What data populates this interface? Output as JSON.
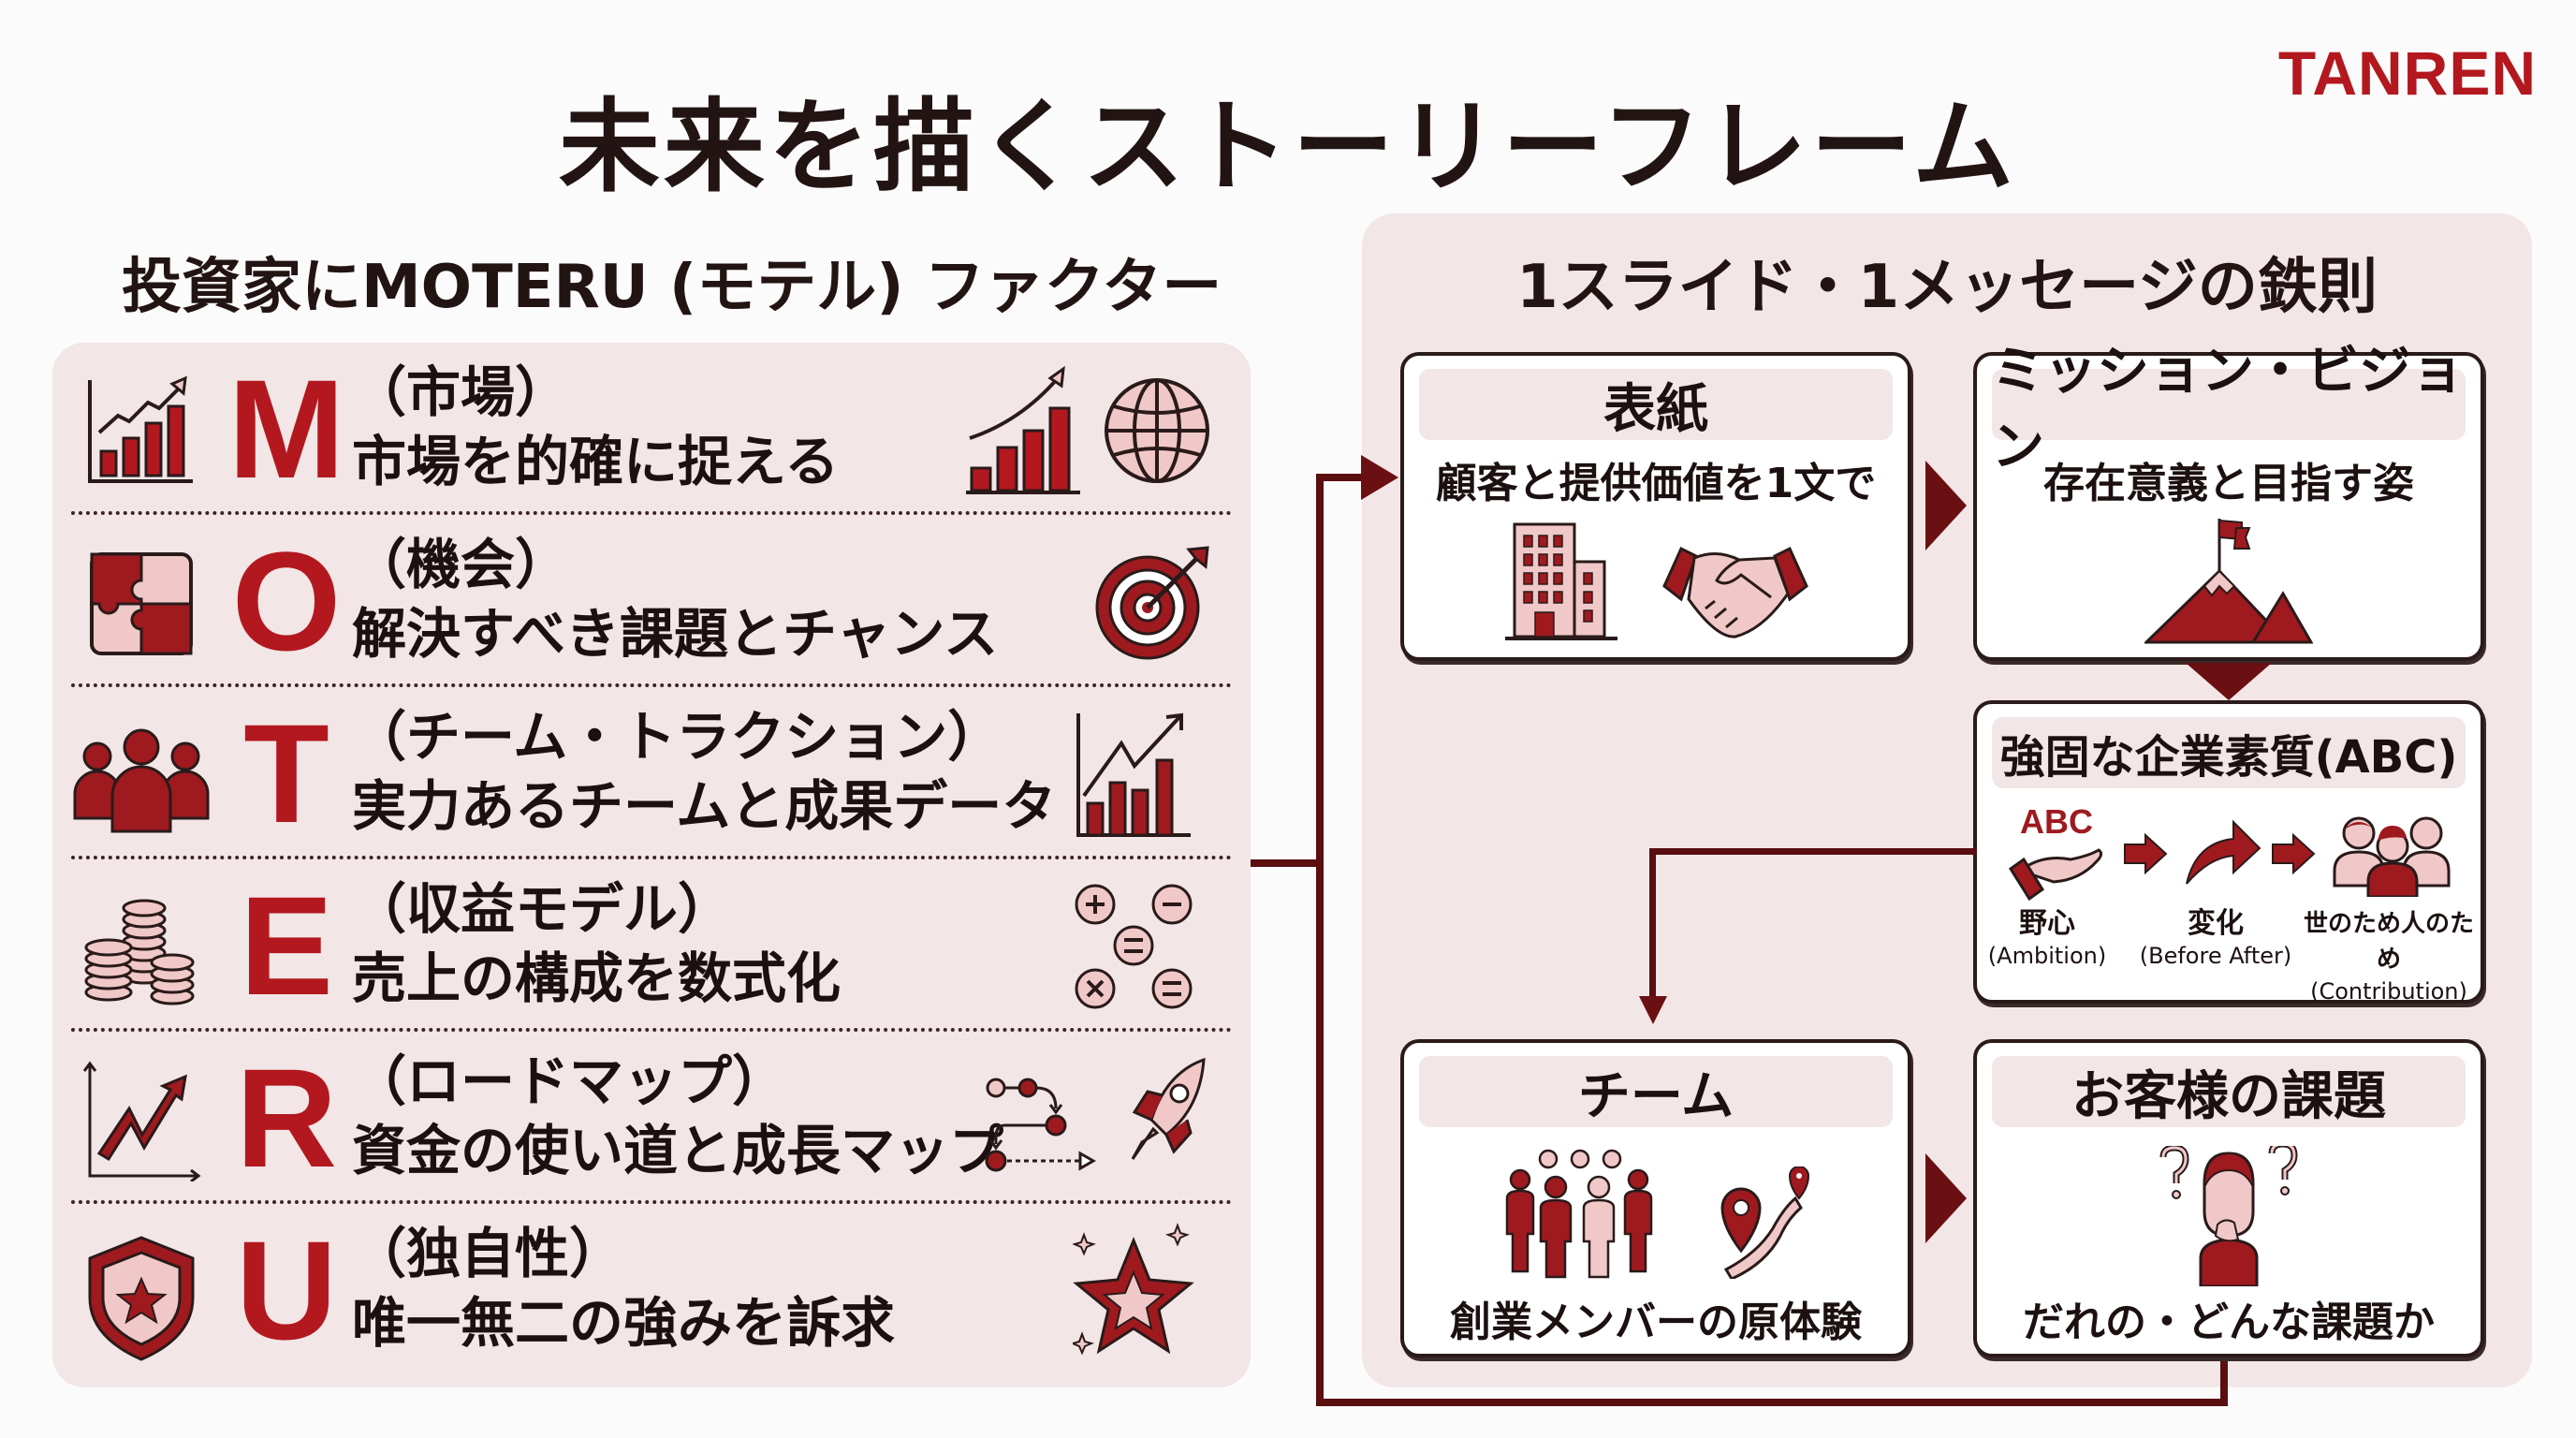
{
  "header": {
    "title": "未来を描くストーリーフレーム",
    "brand": "TANREN"
  },
  "colors": {
    "accent": "#b3181f",
    "dark_red": "#6a0f12",
    "panel_bg": "#f2e6e6",
    "text": "#1c1010"
  },
  "left": {
    "heading": "投資家にMOTERU (モテル) ファクター",
    "factors": [
      {
        "letter": "M",
        "title": "（市場）",
        "desc": "市場を的確に捉える",
        "icon_left": "bar-chart-growth-icon",
        "icons_right": [
          "growth-chart-icon",
          "globe-icon"
        ]
      },
      {
        "letter": "O",
        "title": "（機会）",
        "desc": "解決すべき課題とチャンス",
        "icon_left": "puzzle-icon",
        "icons_right": [
          "target-icon"
        ]
      },
      {
        "letter": "T",
        "title": "（チーム・トラクション）",
        "desc": "実力あるチームと成果データ",
        "icon_left": "team-icon",
        "icons_right": [
          "traction-chart-icon"
        ]
      },
      {
        "letter": "E",
        "title": "（収益モデル）",
        "desc": "売上の構成を数式化",
        "icon_left": "coins-icon",
        "icons_right": [
          "math-operators-icon"
        ]
      },
      {
        "letter": "R",
        "title": "（ロードマップ）",
        "desc": "資金の使い道と成長マップ",
        "icon_left": "trend-arrow-icon",
        "icons_right": [
          "roadmap-steps-icon",
          "rocket-icon"
        ]
      },
      {
        "letter": "U",
        "title": "（独自性）",
        "desc": "唯一無二の強みを訴求",
        "icon_left": "shield-star-icon",
        "icons_right": [
          "sparkle-star-icon"
        ]
      }
    ]
  },
  "right": {
    "heading": "1スライド・1メッセージの鉄則",
    "cards": {
      "cover": {
        "title": "表紙",
        "desc": "顧客と提供価値を1文で",
        "icons": [
          "building-icon",
          "handshake-icon"
        ]
      },
      "mission": {
        "title": "ミッション・ビジョン",
        "desc": "存在意義と目指す姿",
        "icons": [
          "mountain-flag-icon"
        ]
      },
      "abc": {
        "title": "強固な企業素質(ABC)",
        "logo": "ABC",
        "steps": [
          {
            "jp": "野心",
            "en": "(Ambition)",
            "icon": "hand-abc-icon"
          },
          {
            "jp": "変化",
            "en": "(Before After)",
            "icon": "curved-arrow-icon"
          },
          {
            "jp": "世のため人のため",
            "en": "(Contribution)",
            "icon": "people-group-icon"
          }
        ]
      },
      "team": {
        "title": "チーム",
        "desc": "創業メンバーの原体験",
        "icons": [
          "team-members-icon",
          "map-route-icon"
        ]
      },
      "customer": {
        "title": "お客様の課題",
        "desc": "だれの・どんな課題か",
        "icons": [
          "thinking-person-icon"
        ]
      }
    }
  }
}
